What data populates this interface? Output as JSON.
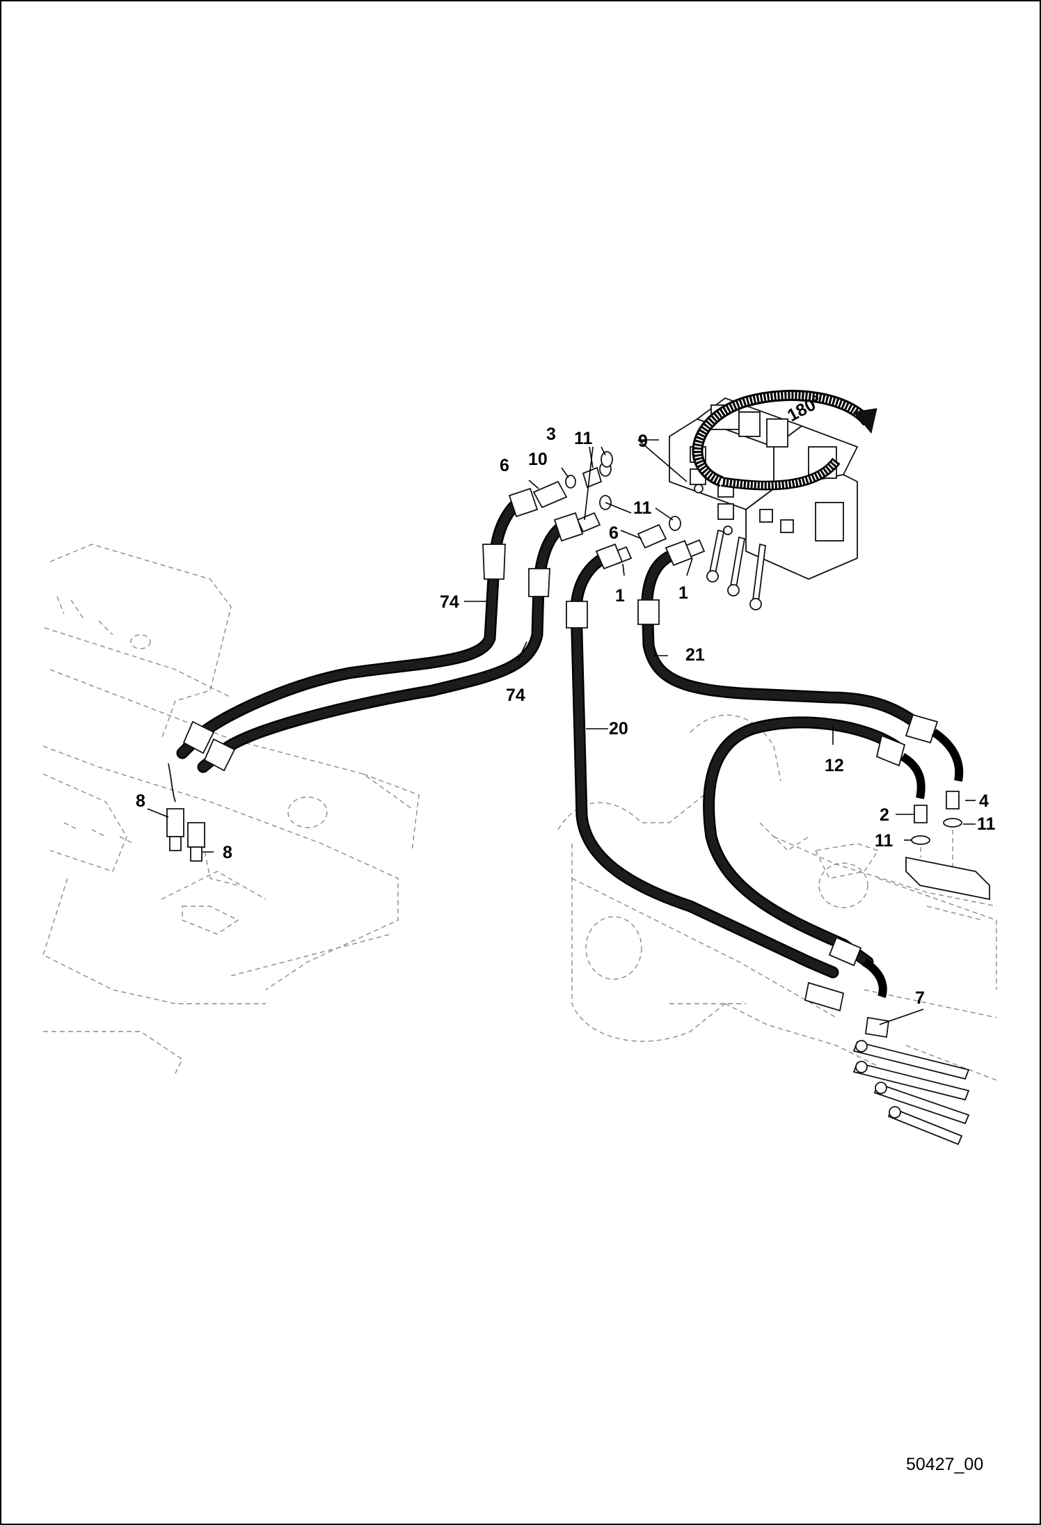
{
  "callouts": {
    "c1a": "1",
    "c1b": "1",
    "c2": "2",
    "c3": "3",
    "c4": "4",
    "c6a": "6",
    "c6b": "6",
    "c7": "7",
    "c8a": "8",
    "c8b": "8",
    "c9": "9",
    "c10": "10",
    "c11a": "11",
    "c11b": "11",
    "c11c": "11",
    "c11d": "11",
    "c12": "12",
    "c20": "20",
    "c21": "21",
    "c74a": "74",
    "c74b": "74"
  },
  "rotation_label": "180°",
  "drawing_id": "50427_00",
  "colors": {
    "hose": "#000000",
    "ghost_lines": "#8a8a8a",
    "background": "#ffffff"
  }
}
